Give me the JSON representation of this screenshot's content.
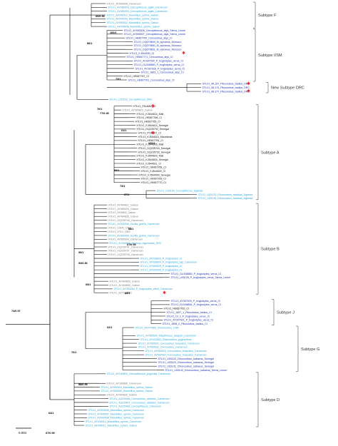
{
  "colors": {
    "HTLV": "#111111",
    "STLV": "#2aa7dc",
    "HTLV_blue": "#1a2fb0",
    "STLV_blue": "#1a2fb0",
    "gray": "#7a7a7a",
    "branch": "#000000",
    "bracket": "#555555",
    "star": "#e0242a"
  },
  "subtypes": [
    {
      "name": "Subtype F"
    },
    {
      "name": "Subtype I/SM"
    },
    {
      "name": "New Subtype DRC"
    },
    {
      "name": "Subtype A"
    },
    {
      "name": "Subtype B"
    },
    {
      "name": "Subtype J"
    },
    {
      "name": "Subtype G"
    },
    {
      "name": "Subtype D"
    }
  ],
  "scale_label": "0.004",
  "bootstraps": [
    {
      "text": "60/0.99"
    },
    {
      "text": "100/1"
    },
    {
      "text": "86/1"
    },
    {
      "text": "73/1"
    },
    {
      "text": "76/1"
    },
    {
      "text": "77/0.45"
    },
    {
      "text": "61/1"
    },
    {
      "text": "100/1"
    },
    {
      "text": "83/1"
    },
    {
      "text": "73/1"
    },
    {
      "text": "67/1"
    },
    {
      "text": "88/1"
    },
    {
      "text": "67/0.99"
    },
    {
      "text": "99/1"
    },
    {
      "text": "54/0.96"
    },
    {
      "text": "65/1"
    },
    {
      "text": "85/1"
    },
    {
      "text": "74/0.97"
    },
    {
      "text": "62/1"
    },
    {
      "text": "70/1"
    },
    {
      "text": "58/0.99"
    },
    {
      "text": "64/1"
    },
    {
      "text": "67/0.99"
    }
  ],
  "taxa": [
    {
      "label": "HTLV1_AY650005_Cameroon",
      "c": "gray"
    },
    {
      "label": "STLV1_AY650003_Cercopithecus_agilis_Cameroon",
      "c": "STLV"
    },
    {
      "label": "STLV1_AY650004_Cercopithecus_agilis_Cameroon",
      "c": "STLV"
    },
    {
      "label": "STLV1_AF045012_Mandrillus_sphinx_Gabon",
      "c": "STLV"
    },
    {
      "label": "STLV1_AF045009_Mandrillus_sphinx_Gabon",
      "c": "STLV"
    },
    {
      "label": "STLV1_AY590532_Mandrillus_sphinx_Gabon",
      "c": "STLV"
    },
    {
      "label": "STLV1_AF045008_Mandrillus_sphinx_Gabon",
      "c": "STLV"
    },
    {
      "label": "STLV1_AY590526_Cercopithecus_atys_Sierra_Leone",
      "c": "STLV_blue"
    },
    {
      "label": "STLV1_AY590527_Cercopithecus_atys_Sierra_Leone",
      "c": "STLV_blue"
    },
    {
      "label": "STLV1_HE667760_Cercocebus_atys_CI",
      "c": "STLV_blue"
    },
    {
      "label": "STLV1_DQ079849_M_sylvanus_Morocco",
      "c": "STLV_blue"
    },
    {
      "label": "STLV1_DQ079850_M_sylvanus_Morocco",
      "c": "STLV_blue"
    },
    {
      "label": "STLV1_DQ079851_M_sylvanus_Morocco",
      "c": "STLV_blue"
    },
    {
      "label": "HTLV1_KJ544590_CI",
      "c": "HTLV_blue"
    },
    {
      "label": "STLV1_HE667771_Cercocebus_atys_CI",
      "c": "STLV_blue"
    },
    {
      "label": "STLV1_AY307930_P_troglodytes_verus_CI",
      "c": "STLV_blue"
    },
    {
      "label": "STLV1_GU168850_P_troglodytes_verus_CI",
      "c": "STLV_blue"
    },
    {
      "label": "STLV1_AY307928_P_troglodytes_verus_CI",
      "c": "STLV_blue"
    },
    {
      "label": "STLV1_1863_1_Cercocebus_atys_CI",
      "c": "STLV_blue"
    },
    {
      "label": "HTLV1_HE667767_CI",
      "c": "HTLV"
    },
    {
      "label": "STLV1_HE667761_Cercocebus_atys_CI",
      "c": "STLV_blue"
    },
    {
      "label": "STLV1_ML157_Pilocolobus_badius_DRC",
      "c": "STLV_blue"
    },
    {
      "label": "STLV1_ML172_Pilocolobus_badius_DRC",
      "c": "STLV_blue"
    },
    {
      "label": "STLV1_ML377_Pilocolobus_badius_DRC",
      "c": "STLV_blue"
    },
    {
      "label": "STLV1_U33152_Cercopithecus_DRC",
      "c": "STLV"
    },
    {
      "label": "HTLV1_PAU480_CI",
      "c": "HTLV"
    },
    {
      "label": "HTLV1_AY494823_Gabon",
      "c": "gray"
    },
    {
      "label": "HTLV1_KJ544614_Mali",
      "c": "HTLV"
    },
    {
      "label": "HTLV1_HE667766_CI",
      "c": "HTLV"
    },
    {
      "label": "HTLV1_HE667765_CI",
      "c": "HTLV"
    },
    {
      "label": "HTLV1_KJ544614_Senegal",
      "c": "HTLV"
    },
    {
      "label": "HTLV1_DQ235702_Senegal",
      "c": "HTLV"
    },
    {
      "label": "HTLV1_PON107_CI",
      "c": "HTLV"
    },
    {
      "label": "HTLV1_KJ544615_Mauritania",
      "c": "HTLV"
    },
    {
      "label": "HTLV1_HE667764_CI",
      "c": "HTLV"
    },
    {
      "label": "HTLV1_KJ544605_Mali",
      "c": "HTLV"
    },
    {
      "label": "HTLV1_DQ235704_Senegal",
      "c": "HTLV"
    },
    {
      "label": "HTLV1_DQ235703_Senegal",
      "c": "HTLV"
    },
    {
      "label": "HTLV1_KJ544603_Mali",
      "c": "HTLV"
    },
    {
      "label": "HTLV1_KJ544604_Senegal",
      "c": "HTLV"
    },
    {
      "label": "HTLV1_KJ544611_CI",
      "c": "HTLV"
    },
    {
      "label": "HTLV1_HE667768_CI",
      "c": "HTLV"
    },
    {
      "label": "HTLV1_KJ544600_CI",
      "c": "HTLV"
    },
    {
      "label": "HTLV1_KJ544599_Senegal",
      "c": "HTLV"
    },
    {
      "label": "HTLV1_HE667769_CI",
      "c": "HTLV"
    },
    {
      "label": "HTLV1_HE667770_CI",
      "c": "HTLV"
    },
    {
      "label": "STLV1_U03134_Cercopithecus_Uganda",
      "c": "STLV"
    },
    {
      "label": "STLV1_U03133_Chlorocebus_tantalus_Uganda",
      "c": "STLV"
    },
    {
      "label": "STLV1_U03136_Chlorocebus_tantalus_Uganda",
      "c": "STLV"
    },
    {
      "label": "HTLV1_AY494821_Gabon",
      "c": "gray"
    },
    {
      "label": "HTLV1_AY650004_Gabon",
      "c": "gray"
    },
    {
      "label": "HTLV1_HH0802_Gabon",
      "c": "gray"
    },
    {
      "label": "HTLV1_AY494835_Gabon",
      "c": "gray"
    },
    {
      "label": "HTLV1_DQ235706_Cameroon",
      "c": "gray"
    },
    {
      "label": "STLV1_AY500905_Gorilla_gorilla_Cameroon",
      "c": "STLV"
    },
    {
      "label": "HTLV1_L0641_DRC",
      "c": "gray"
    },
    {
      "label": "HTLV1_HTLV_DRC",
      "c": "gray"
    },
    {
      "label": "STLV1_AY500905_Gorilla_gorilla_Cameroon",
      "c": "STLV"
    },
    {
      "label": "HTLV1_AY650004_Cameroon",
      "c": "gray"
    },
    {
      "label": "STLV1_AY590606_Allenopi_nigroviridis_DRC",
      "c": "STLV"
    },
    {
      "label": "HTLV1_DQ235701_Cameroon",
      "c": "gray"
    },
    {
      "label": "HTLV1_DQ235707_Cameroon",
      "c": "gray"
    },
    {
      "label": "HTLV1_DQ235708_Cameroon",
      "c": "gray"
    },
    {
      "label": "STLV1_AF036803_P_troglodytes_CI",
      "c": "STLV"
    },
    {
      "label": "STLV1_AF036804_P_troglodytes_ssp_Cameroon",
      "c": "STLV"
    },
    {
      "label": "STLV1_AY590529_P_troglodytes_CI",
      "c": "STLV"
    },
    {
      "label": "STLV1_AY590535_P_troglodytes_CI",
      "c": "STLV"
    },
    {
      "label": "STLV1_GU168850_P_troglodytes_verus_CI",
      "c": "STLV_blue"
    },
    {
      "label": "STLV1_U03126_P_troglodytes_verus_Sierra_Leone",
      "c": "STLV_blue"
    },
    {
      "label": "HTLV1_AY494833_Gabon",
      "c": "gray"
    },
    {
      "label": "HTLV1_AY494834_Gabon",
      "c": "gray"
    },
    {
      "label": "STLV1_AY393264_P_troglodytes_ellioti_Cameroon",
      "c": "STLV"
    },
    {
      "label": "HTLV1_I6270_DRC",
      "c": "gray"
    },
    {
      "label": "STLV1_AY307929_P_troglodytes_verus_CI",
      "c": "HTLV_blue"
    },
    {
      "label": "STLV1_GU168851_P_troglodytes_verus_CI",
      "c": "HTLV_blue"
    },
    {
      "label": "HTLV1_HE667762_CI",
      "c": "HTLV"
    },
    {
      "label": "STLV1_1897_1_Pilocolobus_badius_CI",
      "c": "HTLV_blue"
    },
    {
      "label": "STLV1_DI_2_P_troglodytes_verus_CI",
      "c": "HTLV_blue"
    },
    {
      "label": "STLV1_AY307931_P_troglodytes_verus_CI",
      "c": "HTLV_blue"
    },
    {
      "label": "STLV1_1898_2_Pilocolobus_badius_CI",
      "c": "HTLV_blue"
    },
    {
      "label": "STLV1_AF074966_Chlorocebus_CAR",
      "c": "STLV"
    },
    {
      "label": "STLV1_AY590530_Miopithecus_talapoin_Cameroon",
      "c": "STLV"
    },
    {
      "label": "STLV1_AY022602_Chlorocebus_pygerythrus",
      "c": "STLV"
    },
    {
      "label": "STLV1_AY590531_Cercocebus_torquatus_Cameroon",
      "c": "STLV"
    },
    {
      "label": "STLV1_AY590532_Cercocebus_Cameroon",
      "c": "STLV"
    },
    {
      "label": "STLV1_AY590533_Cercocebus_torquatus_Cameroon",
      "c": "STLV"
    },
    {
      "label": "STLV1_AY590534_Cercocebus_torquatus_Cameroon",
      "c": "STLV"
    },
    {
      "label": "STLV1_U03130_Chlorocebus_sabaeus_Senegal",
      "c": "HTLV_blue"
    },
    {
      "label": "STLV1_U03129_Chlorocebus_sabaeus_Senegal",
      "c": "HTLV_blue"
    },
    {
      "label": "STLV1_U03131_Chlorocebus_sabaeus_Senegal",
      "c": "HTLV_blue"
    },
    {
      "label": "STLV1_U03132_Chlorocebus_sabaeus_Sierra_Leone",
      "c": "HTLV_blue"
    },
    {
      "label": "STLV1_AY169803_Cercopithecus_pogonias_Cameroon",
      "c": "STLV"
    },
    {
      "label": "HTLV1_AY169806_Cameroon",
      "c": "gray"
    },
    {
      "label": "STLV1_AY590534_Mandrillus_sphinx_Gabon",
      "c": "STLV"
    },
    {
      "label": "STLV1_AY590535_Mandrillus_sphinx_Gabon",
      "c": "STLV"
    },
    {
      "label": "HTLV1_AY494832_Gabon",
      "c": "gray"
    },
    {
      "label": "STLV1_AJ225466_Cercocebus_nictitans_Cameroon",
      "c": "STLV"
    },
    {
      "label": "STLV1_AJ225467_Cercocebus_nictitans_Cameroon",
      "c": "STLV"
    },
    {
      "label": "STLV1_AJ225468_Cercopithecus_Cameroon",
      "c": "STLV"
    },
    {
      "label": "STLV1_AY590536_Mandrillus_sphinx_Cameroon",
      "c": "STLV"
    },
    {
      "label": "STLV1_AY590537_Mandrillus_sphinx_Cameroon",
      "c": "STLV"
    },
    {
      "label": "STLV1_AY590538_Mandrillus_sphinx_Cameroon",
      "c": "STLV"
    },
    {
      "label": "STLV1_AF045010_Mandrillus_sphinx_Cameroon",
      "c": "STLV"
    },
    {
      "label": "STLV1_AF045011_Mandrillus_sphinx_Gabon",
      "c": "STLV"
    }
  ]
}
